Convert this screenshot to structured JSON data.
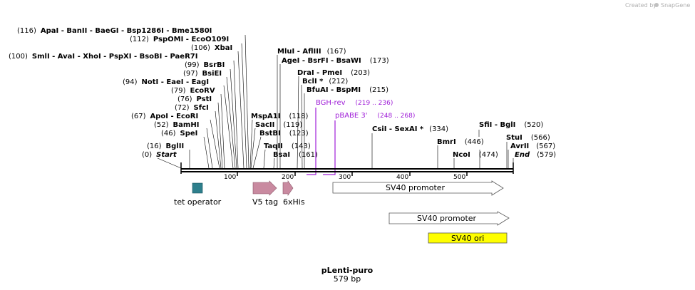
{
  "watermark": "Created by",
  "brand": "SnapGene",
  "plasmid": {
    "name": "pLenti-puro",
    "length_label": "579 bp"
  },
  "ruler": [
    "100",
    "200",
    "300",
    "400",
    "500"
  ],
  "sites": [
    {
      "pos": "(116)",
      "text": "ApaI   - BanII   - BaeGI   - Bsp1286I   - Bme1580I"
    },
    {
      "pos": "(112)",
      "text": "PspOMI   - EcoO109I"
    },
    {
      "pos": "(106)",
      "text": "XbaI"
    },
    {
      "pos": "(100)",
      "text": "SmlI   - AvaI   - XhoI   - PspXI   - BsoBI   - PaeR7I"
    },
    {
      "pos": "(99)",
      "text": "BsrBI"
    },
    {
      "pos": "(97)",
      "text": "BsiEI"
    },
    {
      "pos": "(94)",
      "text": "NotI   - EaeI   - EagI"
    },
    {
      "pos": "(79)",
      "text": "EcoRV"
    },
    {
      "pos": "(76)",
      "text": "PstI"
    },
    {
      "pos": "(72)",
      "text": "SfcI"
    },
    {
      "pos": "(67)",
      "text": "ApoI   - EcoRI"
    },
    {
      "pos": "(52)",
      "text": "BamHI"
    },
    {
      "pos": "(46)",
      "text": "SpeI"
    },
    {
      "pos": "(16)",
      "text": "BglII"
    },
    {
      "pos": "(0)",
      "text": "Start"
    },
    {
      "pos": "(167)",
      "text": "MluI   - AflIII"
    },
    {
      "pos": "(173)",
      "text": "AgeI   - BsrFI   - BsaWI"
    },
    {
      "pos": "(203)",
      "text": "DraI   - PmeI"
    },
    {
      "pos": "(212)",
      "text": "BclI *"
    },
    {
      "pos": "(215)",
      "text": "BfuAI   - BspMI"
    },
    {
      "pos": "(118)",
      "text": "MspA1I"
    },
    {
      "pos": "(119)",
      "text": "SacII"
    },
    {
      "pos": "(123)",
      "text": "BstBI"
    },
    {
      "pos": "(143)",
      "text": "TaqII"
    },
    {
      "pos": "(161)",
      "text": "BsaI"
    },
    {
      "pos": "(334)",
      "text": "CsiI   - SexAI *"
    },
    {
      "pos": "(446)",
      "text": "BmrI"
    },
    {
      "pos": "(474)",
      "text": "NcoI"
    },
    {
      "pos": "(520)",
      "text": "SfiI   - BglI"
    },
    {
      "pos": "(566)",
      "text": "StuI"
    },
    {
      "pos": "(567)",
      "text": "AvrII"
    },
    {
      "pos": "(579)",
      "text": "End"
    }
  ],
  "primers": [
    {
      "name": "BGH-rev",
      "range": "(219 .. 236)"
    },
    {
      "name": "pBABE 3'",
      "range": "(248 .. 268)"
    }
  ],
  "features": [
    {
      "name": "tet operator",
      "color": "#2e7f8c"
    },
    {
      "name": "V5 tag",
      "color": "#c98aa0"
    },
    {
      "name": "6xHis",
      "color": "#c98aa0"
    },
    {
      "name": "SV40 promoter",
      "color": "#ffffff"
    },
    {
      "name": "SV40 promoter",
      "color": "#ffffff"
    },
    {
      "name": "SV40 ori",
      "color": "#ffff00"
    }
  ]
}
